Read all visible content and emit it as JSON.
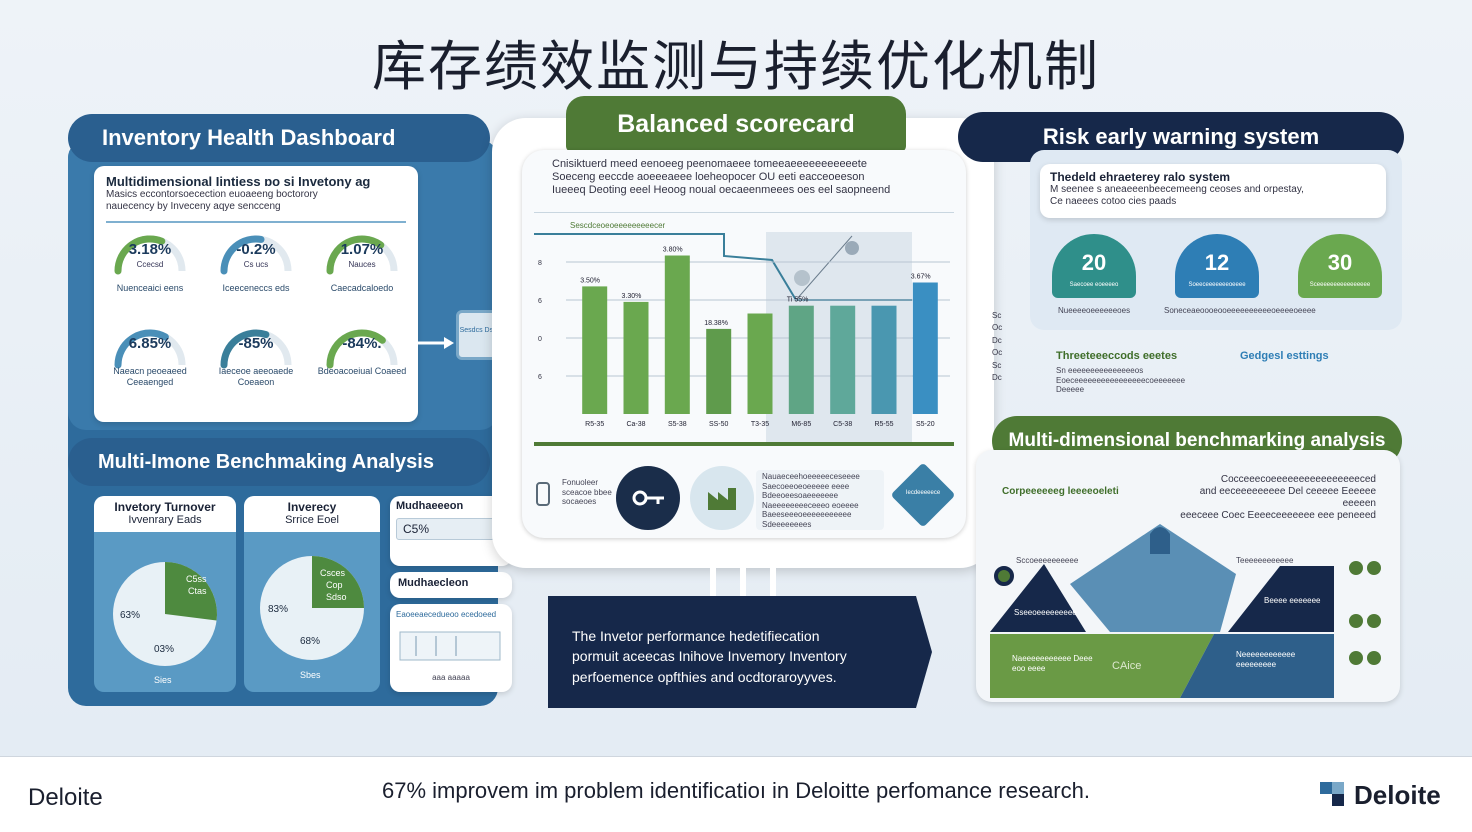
{
  "title": "库存绩效监测与持续优化机制",
  "left": {
    "dashboard_title": "Inventory Health Dashboard",
    "dashboard_intro_1": "Multidimensional Iintiess ɒo si Invetony ag",
    "dashboard_intro_2": "Masics eccontorsoecection euoaeeng boctorory",
    "dashboard_intro_3": "nauecency by Inveceny aqye sencceng",
    "gauges": [
      {
        "value": "3.18%",
        "sub": "Ccecsd",
        "caption": "Nuenceaici eens",
        "color": "#6aa84f",
        "pct": 0.62
      },
      {
        "value": "-0.2%",
        "sub": "Cs ucs",
        "caption": "Iceeceneccs eds",
        "color": "#4a8fb8",
        "pct": 0.55
      },
      {
        "value": "1.07%",
        "sub": "Nauces",
        "caption": "Caecadcaloedo",
        "color": "#6aa84f",
        "pct": 0.7
      },
      {
        "value": "6.85%",
        "sub": "",
        "caption": "Naeacn peoeaeed Ceeaenged",
        "color": "#4a8fb8",
        "pct": 0.66
      },
      {
        "value": "-85%",
        "sub": "",
        "caption": "Iaeceoe aeeoaede Coeaeon",
        "color": "#3a7f9a",
        "pct": 0.6
      },
      {
        "value": "-84%.",
        "sub": "",
        "caption": "Bdeoacoeiual Coaeed",
        "color": "#6aa84f",
        "pct": 0.72
      }
    ],
    "bench_title": "Multi-Imone Benchmaking Analysis",
    "turnover_title_1": "Invetory Turnover",
    "turnover_title_2": "Ivvenrary Eads",
    "turnover_pie": {
      "slice_label": "C5ss",
      "slice_label2": "Ctas",
      "left_label": "63%",
      "bottom_label": "03%",
      "foot": "Sies",
      "slice_pct": 0.27
    },
    "service_title_1": "Inverecy",
    "service_title_2": "Srrice Eoel",
    "service_pie": {
      "slice_label": "Csces",
      "slice_label2": "Cop",
      "slice_label3": "Sdso",
      "left_label": "83%",
      "bottom_label": "68%",
      "foot": "Sbes",
      "slice_pct": 0.25
    },
    "multi_title_1": "Mudhaeeeon",
    "multi_value": "C5%",
    "multi_title_2": "Mudhaecleon",
    "multi_sub": "Eaoeeaecedueoo ecedoeed",
    "multi_foot": "aaa aaaaa"
  },
  "connector_label": "Sesdcs Dsesd",
  "center": {
    "scorecard_title": "Balanced scorecard",
    "intro_1": "Cnisiktuerd meed eenoeeg peenomaeee tomeeaeeeeeeeeeeete",
    "intro_2": "Soeceng eeccde aoeeeaeee loeheopocer OU eeti eacceoeeson",
    "intro_3": "Iueeeq Deoting eeel Heoog noual oecaeenmeees oes eel saopneend",
    "chart_tag": "Sescdceoeoeeeeeeeeecer",
    "cta_1": "Fonuoleer",
    "cta_2": "sceacoe bbee",
    "cta_3": "socaeoes",
    "cta_box_1": "Nauaeceehoeeeeeceseeee",
    "cta_box_2": "Saecoeeoeoeeeee eeee",
    "cta_box_3": "Bdeeoeesoaeeeeeee",
    "cta_box_4": "Naeeeeeeeeceeeo eoeeee",
    "cta_box_5": "Baeeseeeoeeeeeeeeeee",
    "cta_box_6": "Sdeeeeeeees",
    "diamond_label": "Iecdeeeeece"
  },
  "chart_data": {
    "type": "bar",
    "categories": [
      "R5-35",
      "Ca-38",
      "S5-38",
      "SS-50",
      "T3-35",
      "M6-85",
      "C5-38",
      "R5-55",
      "S5-20"
    ],
    "values": [
      3.3,
      2.9,
      4.1,
      2.2,
      2.6,
      2.8,
      2.8,
      2.8,
      3.4
    ],
    "data_labels": [
      "3.50%",
      "3.30%",
      "3.80%",
      "18.38%",
      "",
      "Ti 55%",
      "",
      "",
      "3.67%"
    ],
    "y_ticks": [
      "8",
      "6",
      "0",
      "6"
    ],
    "ylim": [
      0,
      4.5
    ],
    "colors": [
      "#6aa84f",
      "#6aa84f",
      "#6aa84f",
      "#5f9b4c",
      "#6aa84f",
      "#5fa585",
      "#5fa89a",
      "#4a97b0",
      "#3a8fc2"
    ]
  },
  "bottom_banner": {
    "line_1": "The Invetor performance hedetifiecation",
    "line_2": "pormuit aceecas Inihove Invemory Inventory",
    "line_3": "perfoemence opfthies and ocdtoraroyyves."
  },
  "right": {
    "risk_title": "Risk early warning system",
    "risk_intro_1": "Thedeld ehraeterey ralo system",
    "risk_intro_2": "M seenee s aneaeeenbeecemeeng ceoses and orpestay,",
    "risk_intro_3": "Ce naeees cotoo cies paads",
    "risk_metrics": [
      {
        "value": "20",
        "label": "Saecoee eoeeeeo",
        "color": "#2f8f8a"
      },
      {
        "value": "12",
        "label": "Soeeceeeeeeeoeeee",
        "color": "#2e7eb5"
      },
      {
        "value": "30",
        "label": "Sceeeeeeeeeeeeeeee",
        "color": "#6aa84f"
      }
    ],
    "risk_caption_1": "Nueeeeoeeeeeeoes",
    "risk_caption_2": "Soneceaeoooeooeeeeeeeeeeoeeeeoeeee",
    "side_letters": "Sc Oc Dc Oc Sc Dc",
    "threshold_title": "Threeteeeccods eeetes",
    "threshold_1": "Sn eeeeeeeeeeeeeeeos",
    "threshold_2": "Eoeceeeeeeeeeeeeeeeecoeeeeeee",
    "threshold_3": "Deeeee",
    "graded_title": "Gedgesl esttings",
    "bench_title": "Multi-dimensional benchmarking analysis",
    "bench_intro_1": "Cocceeecoeeeeeeeeeeeeeeeeced",
    "bench_intro_2": "Corpeeeeeeg leeeeoeleti",
    "bench_intro_3": "and eeceeeeeeeee Del ceeeee Eeeeee eeeeen",
    "bench_intro_4": "eeeceee Coec Eeeeceeeeeee eee peneeed",
    "bench_left_1": "Sccoeeeeeeeeee",
    "bench_left_2": "Sseeoeeeeeeeee",
    "bench_right_1": "Teeeeeeeeeeee",
    "bench_right_2": "Beeee eeeeeee",
    "bench_bottom_left": "Naeeeeeeeeeee Deee eoo eeee",
    "bench_bottom_mid": "CAice",
    "bench_bottom_right": "Neeeeeeeeeeee eeeeeeeee"
  },
  "footer": {
    "left_brand": "Deloite",
    "caption": "67% improvem im problem identificatioı in Deloitte perfomance research.",
    "right_brand": "Deloite"
  }
}
